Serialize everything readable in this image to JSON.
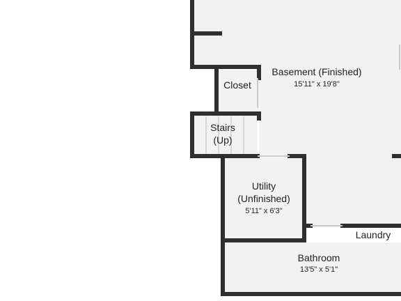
{
  "floorplan": {
    "rooms": [
      {
        "id": "basement",
        "name": "Basement (Finished)",
        "dims": "15'11\" x 19'8\""
      },
      {
        "id": "closet",
        "name": "Closet",
        "dims": ""
      },
      {
        "id": "stairs",
        "name_line1": "Stairs",
        "name_line2": "(Up)",
        "dims": ""
      },
      {
        "id": "utility",
        "name_line1": "Utility",
        "name_line2": "(Unfinished)",
        "dims": "5'11\" x 6'3\""
      },
      {
        "id": "laundry",
        "name": "Laundry",
        "dims": ""
      },
      {
        "id": "bathroom",
        "name": "Bathroom",
        "dims": "13'5\" x 5'1\""
      }
    ],
    "colors": {
      "wall": "#2f2f2f",
      "floor": "#f2f2f2",
      "background": "#ffffff",
      "text": "#222222"
    }
  }
}
